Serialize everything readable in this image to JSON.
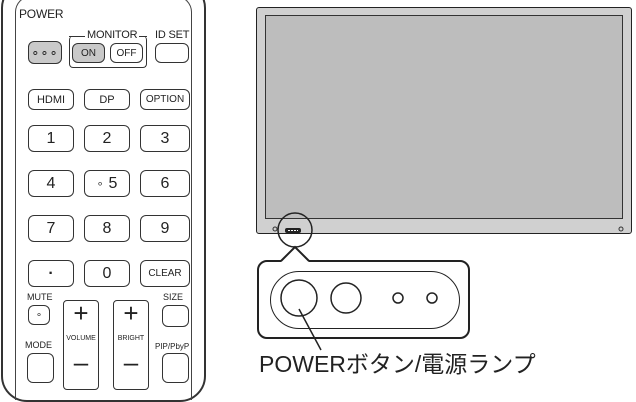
{
  "remote": {
    "power_label": "POWER",
    "power_dots": "∘∘∘",
    "monitor_label": "MONITOR",
    "on_label": "ON",
    "off_label": "OFF",
    "idset_label": "ID SET",
    "hdmi_label": "HDMI",
    "dp_label": "DP",
    "option_label": "OPTION",
    "keys": [
      "1",
      "2",
      "3",
      "4",
      "5",
      "6",
      "7",
      "8",
      "9",
      "·",
      "0",
      "CLEAR"
    ],
    "key5_dot": "∘",
    "mute_label": "MUTE",
    "mute_dot": "∘",
    "size_label": "SIZE",
    "mode_label": "MODE",
    "volume_label": "VOLUME",
    "bright_label": "BRIGHT",
    "pip_label": "PIP/PbyP",
    "plus": "+",
    "minus": "–"
  },
  "caption": "POWERボタン/電源ランプ"
}
